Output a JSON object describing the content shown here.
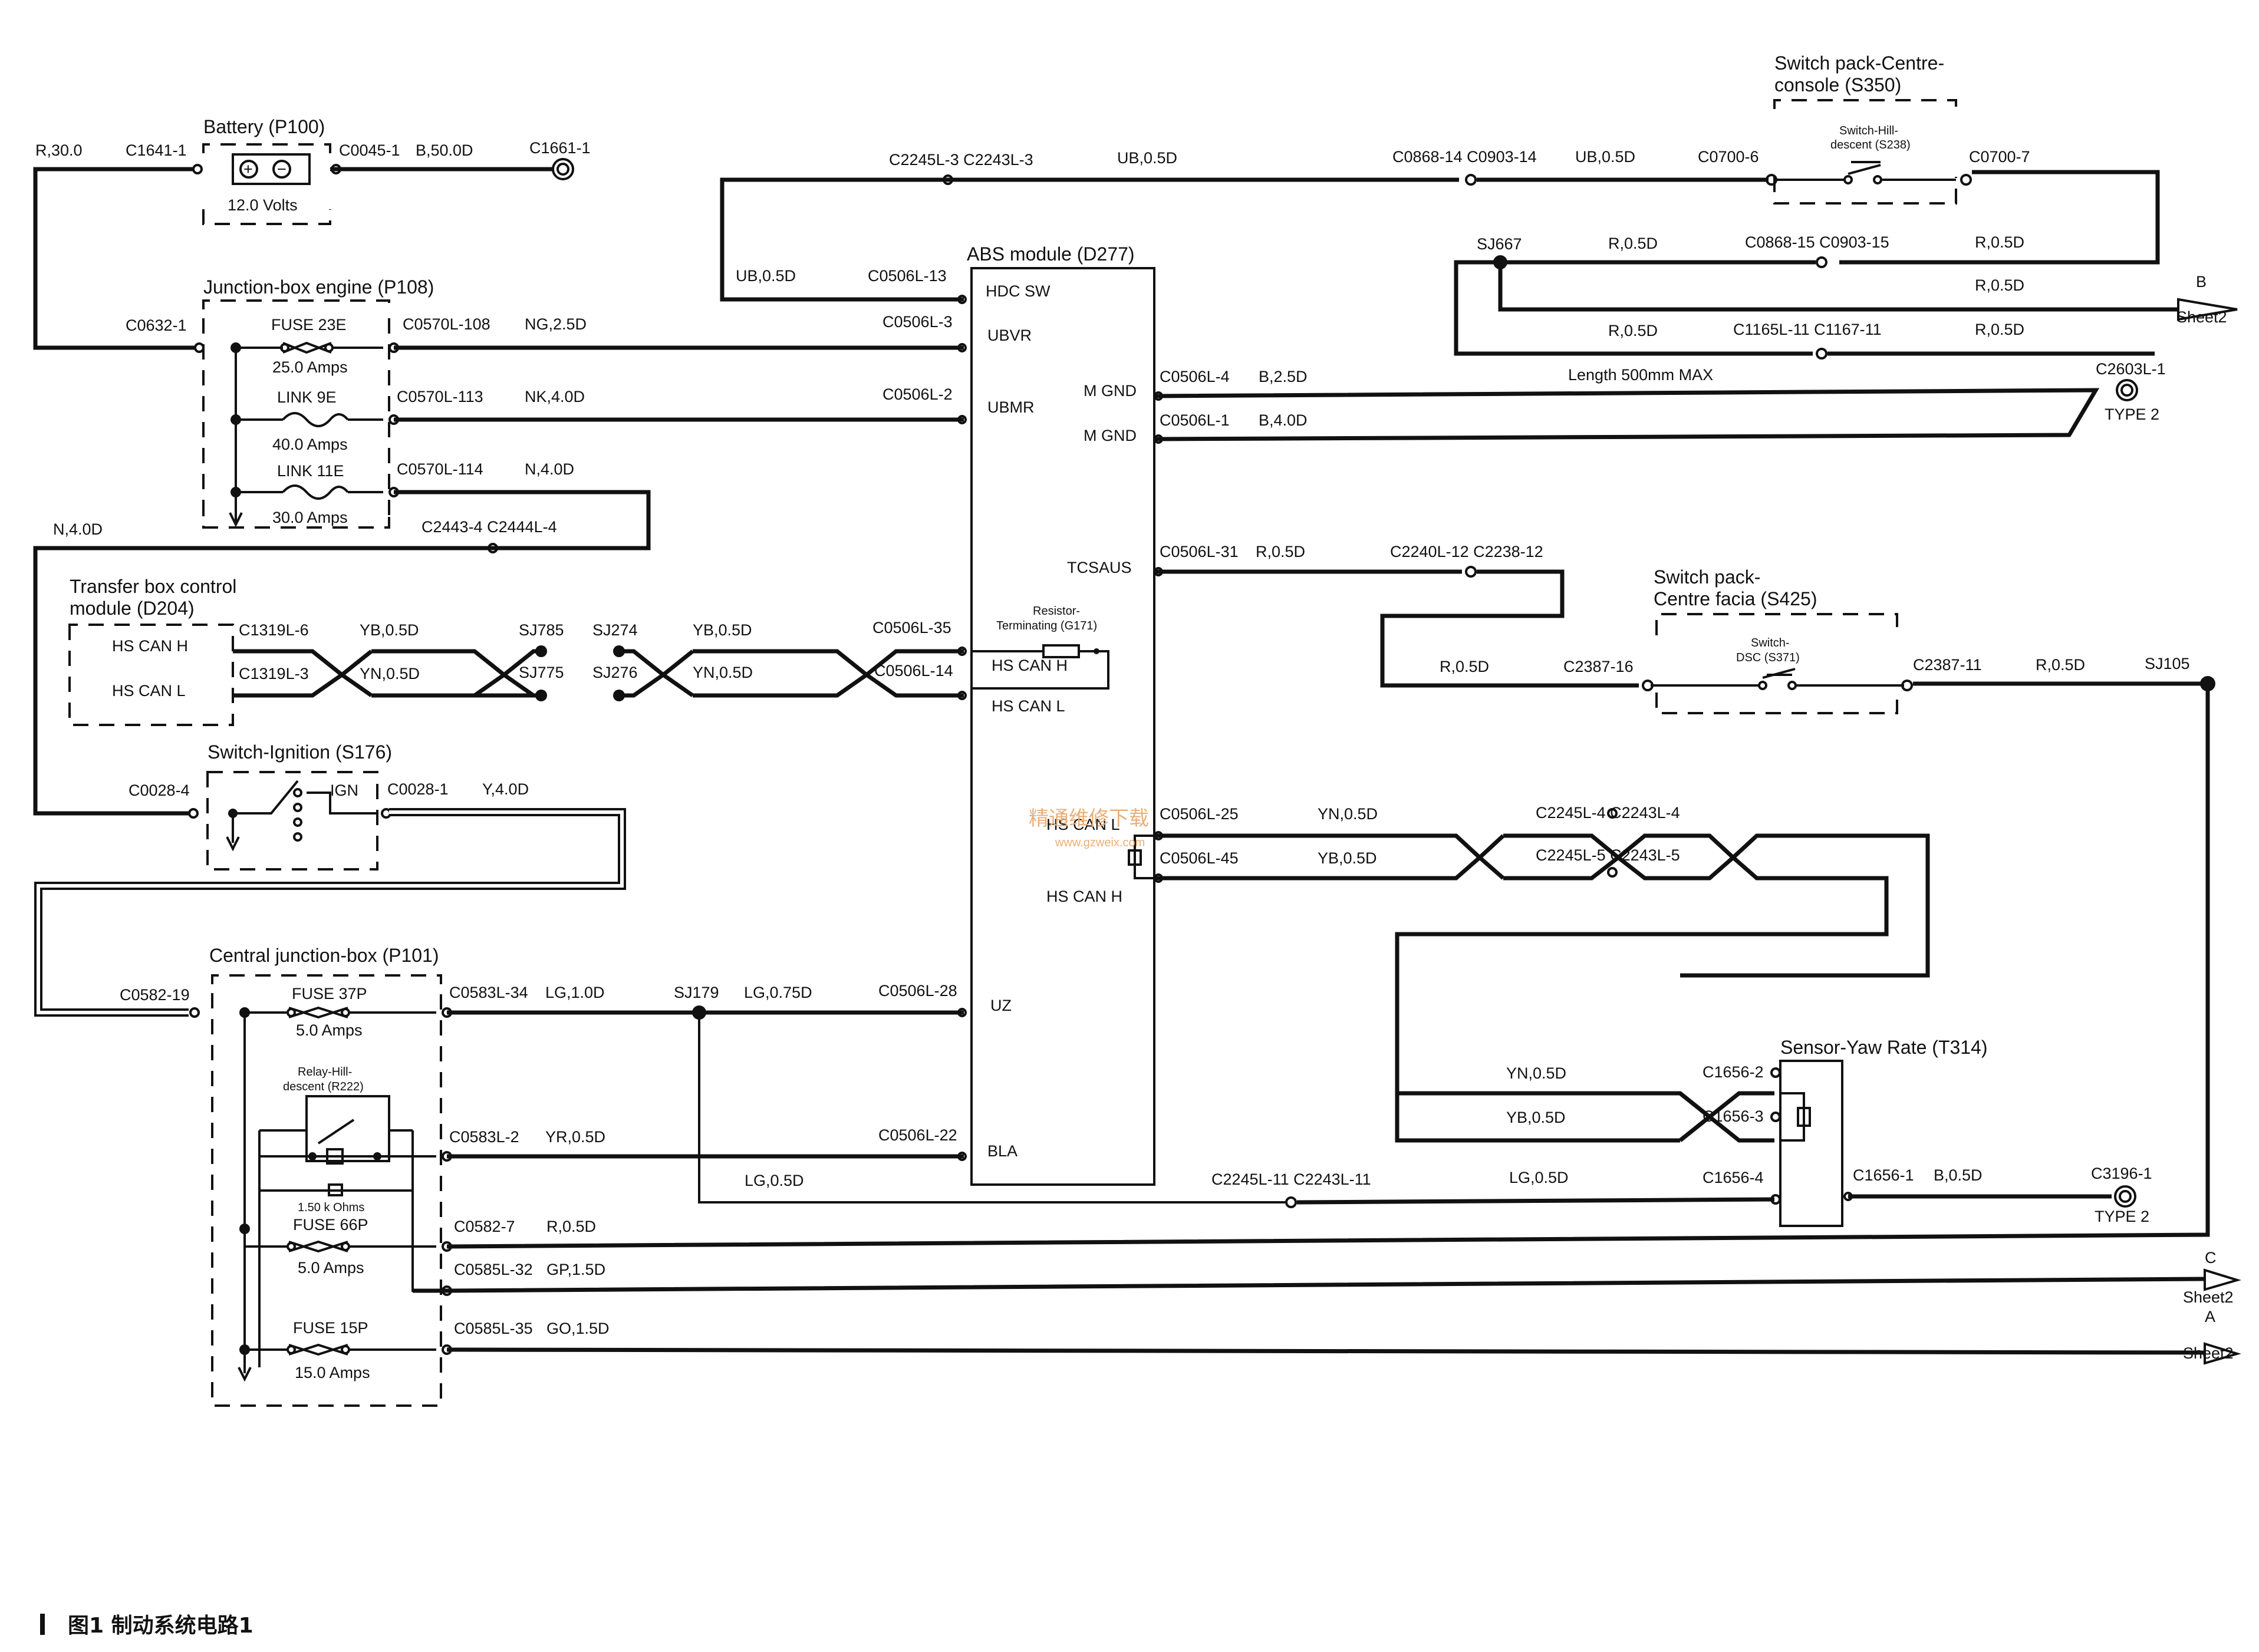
{
  "figure": {
    "caption": "图1  制动系统电路1",
    "watermark": "精通维修下载",
    "watermark_url": "www.gzweix.com"
  },
  "components": {
    "battery": {
      "title": "Battery (P100)",
      "voltage": "12.0 Volts"
    },
    "junction_engine": {
      "title": "Junction-box engine (P108)",
      "fuse23e": "FUSE 23E",
      "fuse23e_rating": "25.0 Amps",
      "link9e": "LINK 9E",
      "link9e_rating": "40.0 Amps",
      "link11e": "LINK 11E",
      "link11e_rating": "30.0 Amps"
    },
    "transfer_box": {
      "title_1": "Transfer box control",
      "title_2": "module (D204)",
      "pin_h": "HS CAN H",
      "pin_l": "HS CAN L"
    },
    "ignition": {
      "title": "Switch-Ignition (S176)",
      "ign": "IGN"
    },
    "central_jb": {
      "title": "Central junction-box (P101)",
      "fuse37p": "FUSE 37P",
      "fuse37p_rating": "5.0 Amps",
      "relay_1": "Relay-Hill-",
      "relay_2": "descent (R222)",
      "resistor": "1.50 k Ohms",
      "fuse66p": "FUSE 66P",
      "fuse66p_rating": "5.0 Amps",
      "fuse15p": "FUSE 15P",
      "fuse15p_rating": "15.0 Amps"
    },
    "abs": {
      "title": "ABS module (D277)",
      "hdc_sw": "HDC SW",
      "ubvr": "UBVR",
      "ubmr": "UBMR",
      "mgnd1": "M GND",
      "mgnd2": "M GND",
      "tcsaus": "TCSAUS",
      "res_1": "Resistor-",
      "res_2": "Terminating (G171)",
      "hscanh1": "HS CAN H",
      "hscanl1": "HS CAN L",
      "hscanl2": "HS CAN L",
      "hscanh2": "HS CAN H",
      "uz": "UZ",
      "bla": "BLA"
    },
    "switch_centre": {
      "title_1": "Switch pack-Centre-",
      "title_2": "console (S350)",
      "sw_1": "Switch-Hill-",
      "sw_2": "descent (S238)"
    },
    "switch_facia": {
      "title_1": "Switch pack-",
      "title_2": "Centre facia (S425)",
      "sw_1": "Switch-",
      "sw_2": "DSC (S371)"
    },
    "yaw": {
      "title": "Sensor-Yaw Rate (T314)"
    }
  },
  "wires": {
    "r30": "R,30.0",
    "c1641": "C1641-1",
    "c0045": "C0045-1",
    "b50": "B,50.0D",
    "c1661": "C1661-1",
    "c0632": "C0632-1",
    "c0570_108": "C0570L-108",
    "ng25": "NG,2.5D",
    "c0506_3": "C0506L-3",
    "c0570_113": "C0570L-113",
    "nk40": "NK,4.0D",
    "c0506_2": "C0506L-2",
    "c0570_114": "C0570L-114",
    "n40a": "N,4.0D",
    "n40b": "N,4.0D",
    "c2443": "C2443-4 C2444L-4",
    "c1319_6": "C1319L-6",
    "yb05a": "YB,0.5D",
    "sj785": "SJ785",
    "sj274": "SJ274",
    "yb05b": "YB,0.5D",
    "c0506_35": "C0506L-35",
    "c1319_3": "C1319L-3",
    "yn05a": "YN,0.5D",
    "sj775": "SJ775",
    "sj276": "SJ276",
    "yn05b": "YN,0.5D",
    "c0506_14": "C0506L-14",
    "c0028_4": "C0028-4",
    "c0028_1": "C0028-1",
    "y40": "Y,4.0D",
    "c0582_19": "C0582-19",
    "c0583_34": "C0583L-34",
    "lg10": "LG,1.0D",
    "sj179": "SJ179",
    "lg075": "LG,0.75D",
    "c0506_28": "C0506L-28",
    "c0583_2": "C0583L-2",
    "yr05": "YR,0.5D",
    "c0506_22": "C0506L-22",
    "lg05a": "LG,0.5D",
    "c0582_7": "C0582-7",
    "r05_66": "R,0.5D",
    "c0585_32": "C0585L-32",
    "gp15": "GP,1.5D",
    "c0585_35": "C0585L-35",
    "go15": "GO,1.5D",
    "c2245_3": "C2245L-3 C2243L-3",
    "ub05a": "UB,0.5D",
    "c0868_14": "C0868-14 C0903-14",
    "ub05b": "UB,0.5D",
    "c0700_6": "C0700-6",
    "c0700_7": "C0700-7",
    "ub05c": "UB,0.5D",
    "c0506_13": "C0506L-13",
    "sj667": "SJ667",
    "r05a": "R,0.5D",
    "c0868_15": "C0868-15 C0903-15",
    "r05b": "R,0.5D",
    "r05c": "R,0.5D",
    "r05d": "R,0.5D",
    "c1165": "C1165L-11 C1167-11",
    "r05e": "R,0.5D",
    "c0506_4": "C0506L-4",
    "b25": "B,2.5D",
    "length": "Length 500mm MAX",
    "c2603": "C2603L-1",
    "type2a": "TYPE 2",
    "c0506_1": "C0506L-1",
    "b40": "B,4.0D",
    "c0506_31": "C0506L-31",
    "r05f": "R,0.5D",
    "c2240": "C2240L-12 C2238-12",
    "r05g": "R,0.5D",
    "c2387_16": "C2387-16",
    "c2387_11": "C2387-11",
    "r05h": "R,0.5D",
    "sj105": "SJ105",
    "c0506_25": "C0506L-25",
    "yn05c": "YN,0.5D",
    "c2245_4": "C2245L-4 C2243L-4",
    "c0506_45": "C0506L-45",
    "yb05c": "YB,0.5D",
    "c2245_5": "C2245L-5 C2243L-5",
    "yn05d": "YN,0.5D",
    "c1656_2": "C1656-2",
    "yb05d": "YB,0.5D",
    "c1656_3": "C1656-3",
    "c2245_11": "C2245L-11 C2243L-11",
    "lg05b": "LG,0.5D",
    "c1656_4": "C1656-4",
    "c1656_1": "C1656-1",
    "b05": "B,0.5D",
    "c3196": "C3196-1",
    "type2b": "TYPE 2",
    "sheet_b": "B",
    "sheet_c": "C",
    "sheet_a": "A",
    "sheet2": "Sheet2"
  }
}
